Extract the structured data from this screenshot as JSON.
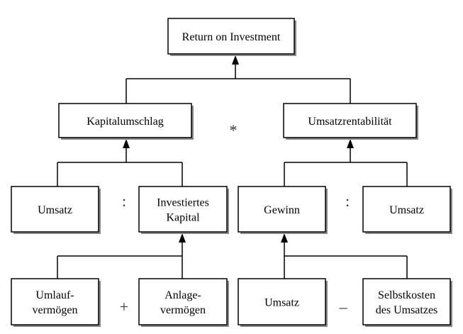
{
  "nodes": {
    "roi": [
      "Return on Investment"
    ],
    "kapitalumschlag": [
      "Kapitalumschlag"
    ],
    "umsatzrentabilitaet": [
      "Umsatzrentabilität"
    ],
    "umsatz_left": [
      "Umsatz"
    ],
    "investiertes_kapital": [
      "Investiertes",
      "Kapital"
    ],
    "gewinn": [
      "Gewinn"
    ],
    "umsatz_right": [
      "Umsatz"
    ],
    "umlaufvermoegen": [
      "Umlauf-",
      "vermögen"
    ],
    "anlagevermoegen": [
      "Anlage-",
      "vermögen"
    ],
    "umsatz_bottom": [
      "Umsatz"
    ],
    "selbstkosten": [
      "Selbstkosten",
      "des Umsatzes"
    ]
  },
  "operators": {
    "multiply": "*",
    "divide_left": ":",
    "divide_right": ":",
    "plus": "+",
    "minus": "–"
  }
}
